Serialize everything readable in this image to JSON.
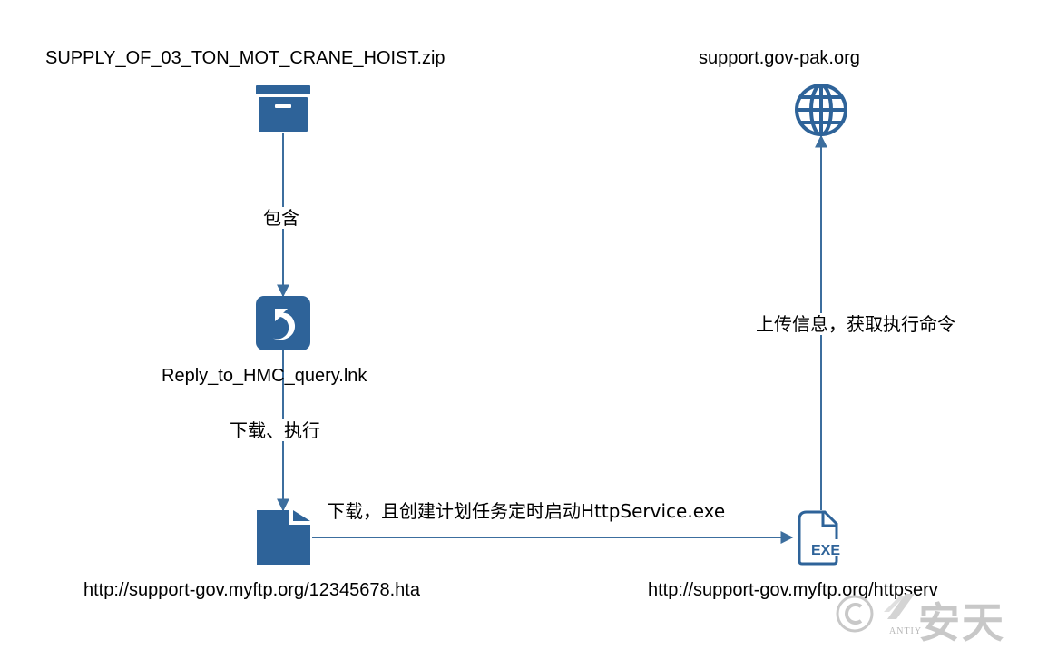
{
  "nodes": {
    "zip": {
      "label": "SUPPLY_OF_03_TON_MOT_CRANE_HOIST.zip",
      "icon": "archive-box-icon"
    },
    "lnk": {
      "label": "Reply_to_HMC_query.lnk",
      "icon": "shortcut-arrow-icon"
    },
    "hta": {
      "label": "http://support-gov.myftp.org/12345678.hta",
      "icon": "file-icon"
    },
    "exe": {
      "label": "http://support-gov.myftp.org/httpserv",
      "icon": "exe-file-icon",
      "badge": "EXE"
    },
    "c2": {
      "label": "support.gov-pak.org",
      "icon": "globe-icon"
    }
  },
  "edges": {
    "zip_lnk": "包含",
    "lnk_hta": "下载、执行",
    "hta_exe": "下载，且创建计划任务定时启动HttpService.exe",
    "exe_c2": "上传信息，获取执行命令"
  },
  "watermark": {
    "symbol": "©",
    "brand_cn": "安天",
    "brand_en": "ANTIY"
  },
  "colors": {
    "icon": "#2e6399",
    "line": "#3c6e9e",
    "watermark": "#c8c8c8"
  }
}
